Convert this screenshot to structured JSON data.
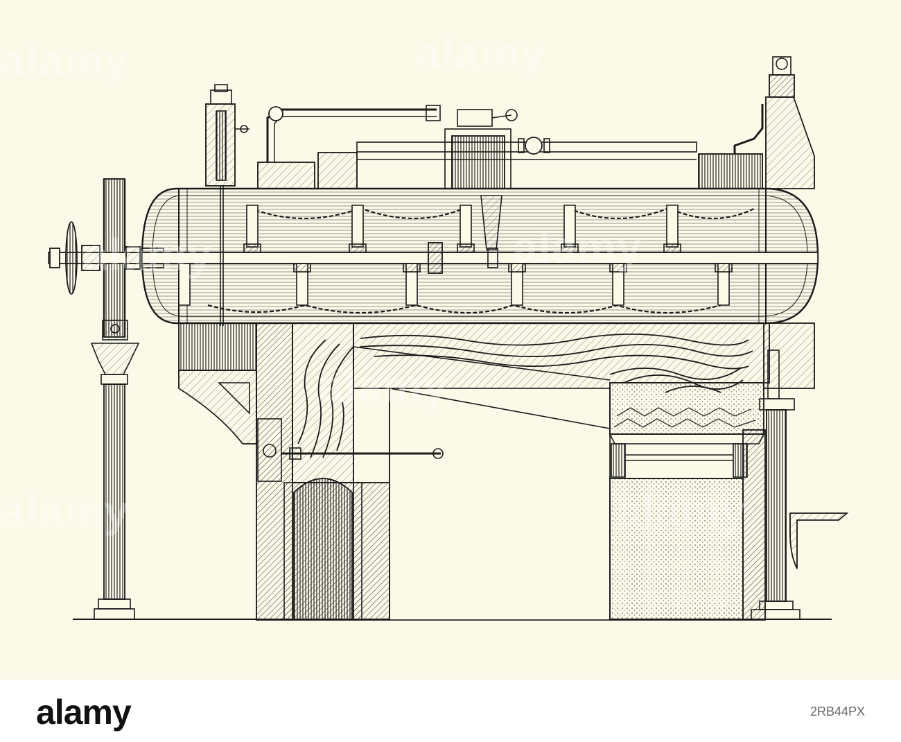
{
  "palette": {
    "paper": "#fbf9e8",
    "ink": "#1a1a1a",
    "footer_bg": "#ffffff",
    "logo": "#111111",
    "image_id": "#666666"
  },
  "watermark": {
    "text": "alamy"
  },
  "footer": {
    "logo_text": "alamy",
    "image_id": "2RB44PX"
  }
}
